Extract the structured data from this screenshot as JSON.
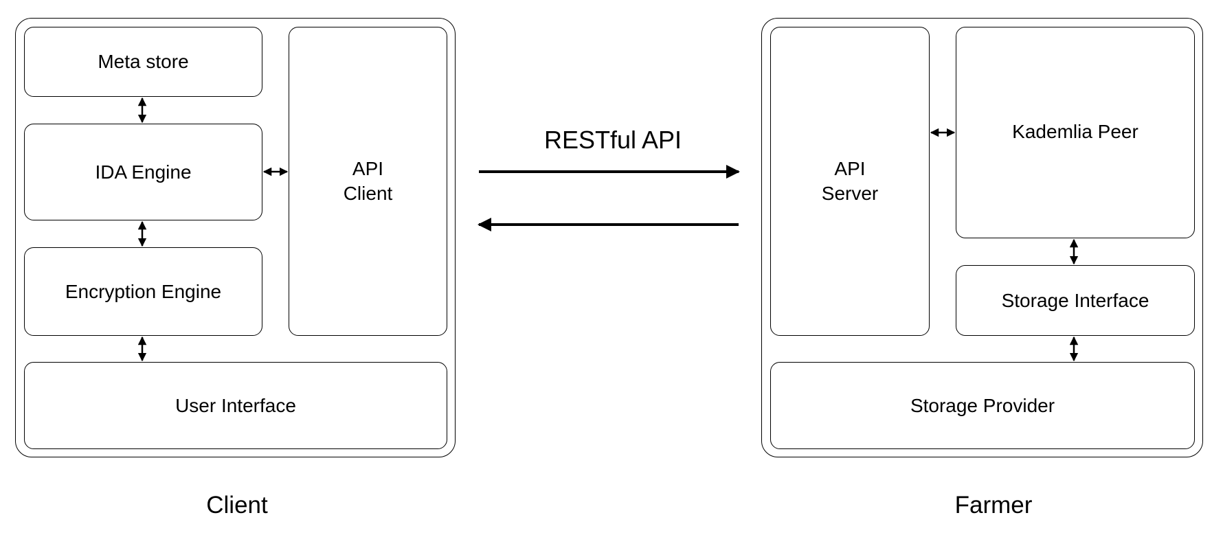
{
  "client": {
    "caption": "Client",
    "meta_store": "Meta store",
    "ida_engine": "IDA Engine",
    "encryption_engine": "Encryption Engine",
    "api_client": "API\nClient",
    "user_interface": "User Interface"
  },
  "farmer": {
    "caption": "Farmer",
    "api_server": "API\nServer",
    "kademlia_peer": "Kademlia Peer",
    "storage_interface": "Storage Interface",
    "storage_provider": "Storage Provider"
  },
  "link": {
    "label": "RESTful API"
  },
  "colors": {
    "line": "#000000",
    "background": "#ffffff"
  }
}
